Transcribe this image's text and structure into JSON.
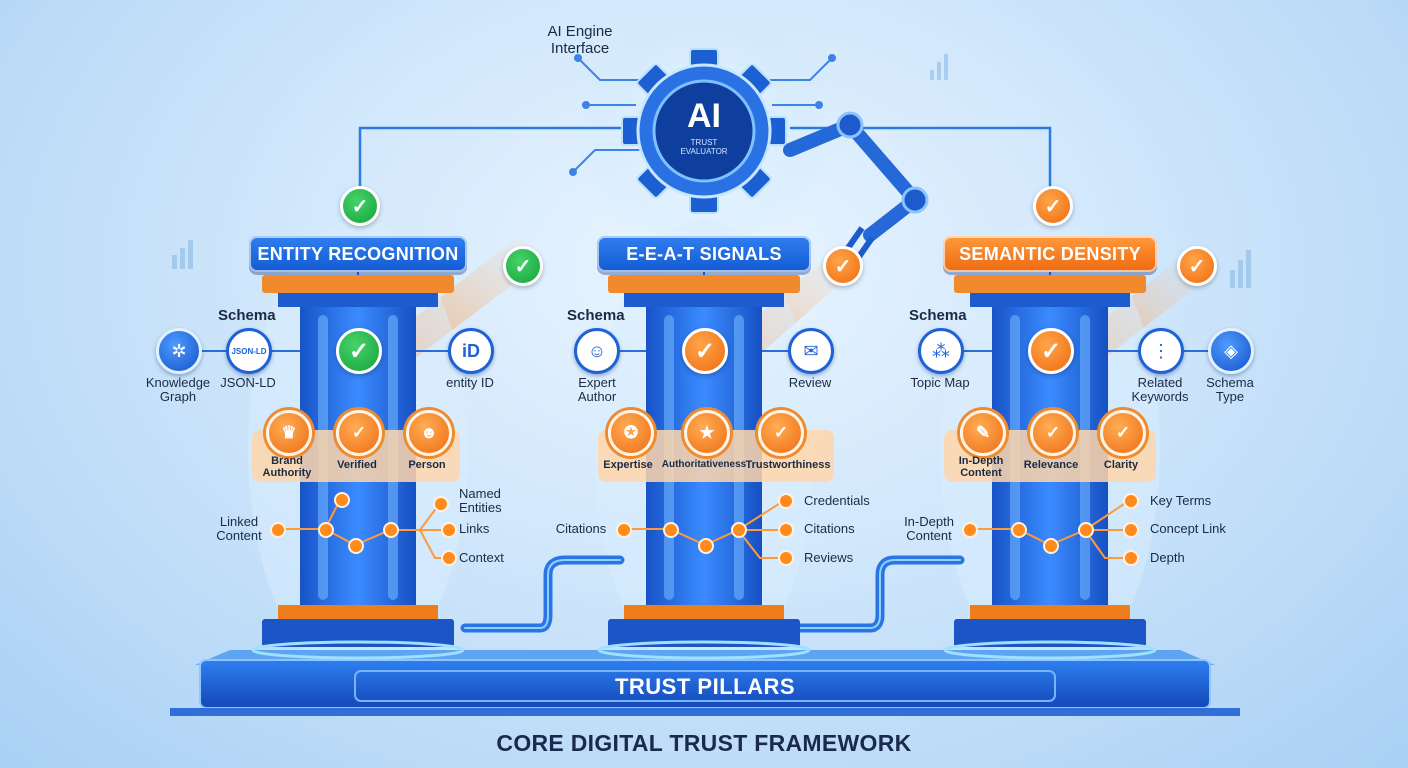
{
  "center": {
    "engine_label_line1": "AI Engine",
    "engine_label_line2": "Interface",
    "ai_text": "AI",
    "trust_line1": "TRUST",
    "trust_line2": "EVALUATOR"
  },
  "pillars": [
    {
      "header": "ENTITY RECOGNITION",
      "header_color": "#1f66dd",
      "check_color": "#22b04b",
      "schema": "Schema",
      "left_icon": {
        "label1": "Knowledge",
        "label2": "Graph",
        "icon": "network-icon"
      },
      "mid_icon": {
        "label1": "JSON-LD",
        "icon": "json-document-icon",
        "icon_text": "JSON-LD"
      },
      "right_icon": {
        "label1": "entity ID",
        "icon": "id-icon",
        "icon_text": "iD"
      },
      "badges": [
        {
          "label1": "Brand",
          "label2": "Authority",
          "icon": "crown-icon"
        },
        {
          "label1": "Verified",
          "label2": "",
          "icon": "check-icon"
        },
        {
          "label1": "Person",
          "label2": "",
          "icon": "person-icon"
        }
      ],
      "left_item1": "Linked",
      "left_item2": "Content",
      "right_items": [
        "Named",
        "Entities",
        "Links",
        "Context"
      ]
    },
    {
      "header": "E-E-A-T SIGNALS",
      "header_color": "#1f66dd",
      "check_color": "#ef6b0f",
      "schema": "Schema",
      "left_icon": {
        "label1": "Expert",
        "label2": "Author",
        "icon": "user-icon"
      },
      "right_icon": {
        "label1": "Review",
        "icon": "chat-icon"
      },
      "badges": [
        {
          "label1": "Expertise",
          "icon": "ribbon-icon"
        },
        {
          "label1": "Authoritativeness",
          "icon": "star-icon"
        },
        {
          "label1": "Trustworthiness",
          "icon": "check-icon"
        }
      ],
      "left_item": "Citations",
      "right_items": [
        "Credentials",
        "Citations",
        "Reviews"
      ]
    },
    {
      "header": "SEMANTIC DENSITY",
      "header_color": "#f07a1e",
      "check_color": "#ef6b0f",
      "schema": "Schema",
      "left_icon": {
        "label1": "Topic Map",
        "icon": "topic-map-icon"
      },
      "right_icon1": {
        "label1": "Related",
        "label2": "Keywords",
        "icon": "hierarchy-icon"
      },
      "right_icon2": {
        "label1": "Schema",
        "label2": "Type",
        "icon": "cube-icon"
      },
      "badges": [
        {
          "label1": "In-Depth",
          "label2": "Content",
          "icon": "document-icon"
        },
        {
          "label1": "Relevance",
          "icon": "check-icon"
        },
        {
          "label1": "Clarity",
          "icon": "check-icon"
        }
      ],
      "left_item1": "In-Depth",
      "left_item2": "Content",
      "right_items": [
        "Key Terms",
        "Concept Link",
        "Depth"
      ]
    }
  ],
  "platform_label": "TRUST PILLARS",
  "footer_title": "CORE DIGITAL TRUST FRAMEWORK",
  "colors": {
    "accent_blue": "#1f66dd",
    "accent_orange": "#f07a1e",
    "check_green": "#22b04b"
  }
}
